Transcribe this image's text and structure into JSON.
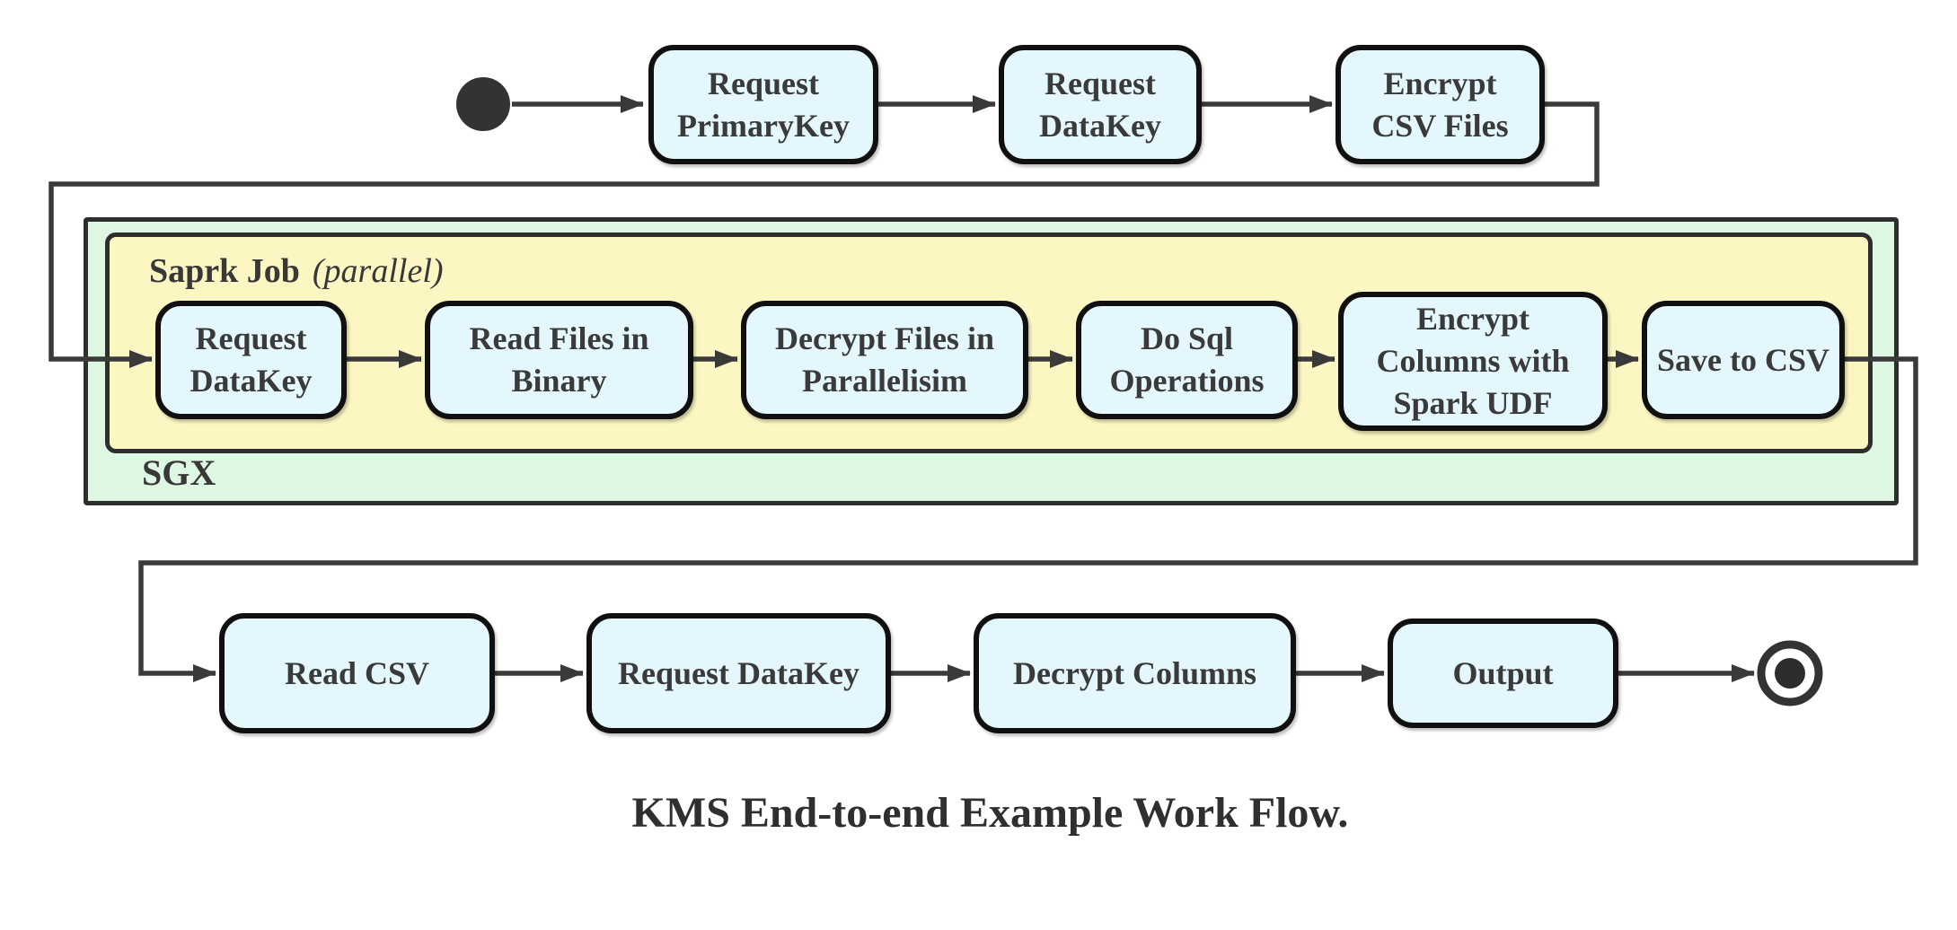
{
  "title": "KMS End-to-end Example Work Flow.",
  "containers": {
    "sgx": {
      "label": "SGX"
    },
    "spark": {
      "label_bold": "Saprk Job",
      "label_italic": "(parallel)"
    }
  },
  "nodes": {
    "request_primarykey": {
      "lines": [
        "Request",
        "PrimaryKey"
      ]
    },
    "request_datakey_top": {
      "lines": [
        "Request",
        "DataKey"
      ]
    },
    "encrypt_csv_files": {
      "lines": [
        "Encrypt",
        "CSV Files"
      ]
    },
    "request_datakey_sgx": {
      "lines": [
        "Request",
        "DataKey"
      ]
    },
    "read_files_in_binary": {
      "lines": [
        "Read Files in",
        "Binary"
      ]
    },
    "decrypt_files_in_parallelisim": {
      "lines": [
        "Decrypt Files in",
        "Parallelisim"
      ]
    },
    "do_sql_operations": {
      "lines": [
        "Do Sql",
        "Operations"
      ]
    },
    "encrypt_columns_with_spark_udf": {
      "lines": [
        "Encrypt",
        "Columns with",
        "Spark UDF"
      ]
    },
    "save_to_csv": {
      "lines": [
        "Save to CSV"
      ]
    },
    "read_csv": {
      "lines": [
        "Read CSV"
      ]
    },
    "request_datakey_bottom": {
      "lines": [
        "Request DataKey"
      ]
    },
    "decrypt_columns": {
      "lines": [
        "Decrypt Columns"
      ]
    },
    "output": {
      "lines": [
        "Output"
      ]
    }
  },
  "markers": {
    "start_state": "initial-state-dot",
    "end_state": "final-state-double-circle"
  },
  "colors": {
    "page_bg": "#ffffff",
    "node_fill": "#e3f7fc",
    "node_border": "#101010",
    "node_text": "#3a3a3a",
    "spark_fill": "#fcf6c2",
    "sgx_fill": "#def7e3",
    "container_border": "#2e2e2e",
    "edge_color": "#3a3a3a",
    "label_color": "#383838",
    "title_color": "#2f2f2f"
  }
}
